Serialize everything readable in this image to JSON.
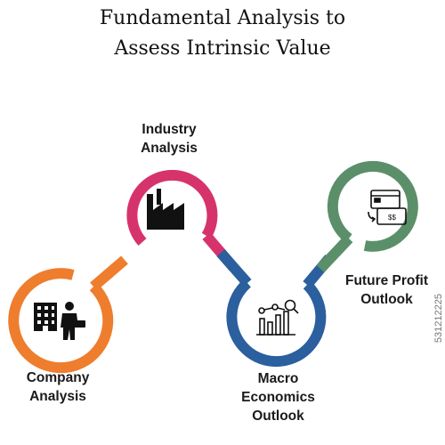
{
  "title_line1": "Fundamental Analysis to",
  "title_line2": "Assess Intrinsic Value",
  "steps": [
    {
      "line1": "Company",
      "line2": "Analysis",
      "line3": "",
      "icon": "company-building-businessman-icon",
      "color": "#ef7d2e"
    },
    {
      "line1": "Industry",
      "line2": "Analysis",
      "line3": "",
      "icon": "factory-icon",
      "color": "#d6336c"
    },
    {
      "line1": "Macro",
      "line2": "Economics",
      "line3": "Outlook",
      "icon": "bar-chart-magnifier-icon",
      "color": "#2b5f9e"
    },
    {
      "line1": "Future Profit",
      "line2": "Outlook",
      "line3": "",
      "icon": "credit-card-cash-icon",
      "color": "#5b8f6a"
    }
  ],
  "stock_id": "531212225"
}
